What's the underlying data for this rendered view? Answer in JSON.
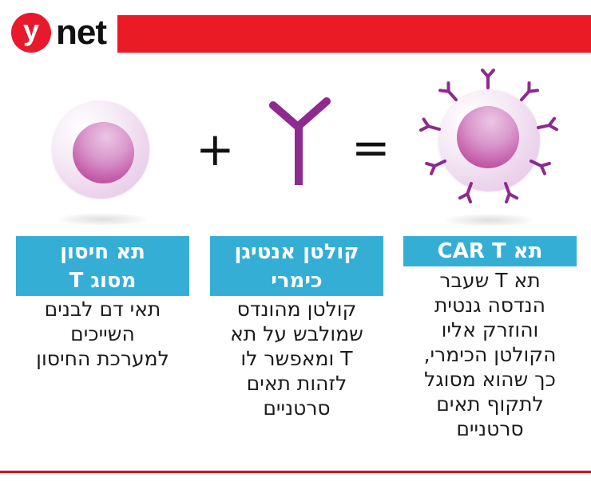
{
  "header": {
    "logo_mark": "y",
    "logo_text": "net",
    "bar_color": "#ea1b25"
  },
  "equation": {
    "plus_sign": "+",
    "equals_sign": "=",
    "cell_color": "#ecd3ec",
    "nucleus_color": "#c35aa7",
    "antibody_color": "#8e2a8f"
  },
  "columns": [
    {
      "title_lines": [
        "תא חיסון",
        "מסוג T"
      ],
      "desc_lines": [
        "תאי דם לבנים",
        "השייכים",
        "למערכת החיסון"
      ]
    },
    {
      "title_lines": [
        "קולטן אנטיגן",
        "כימרי"
      ],
      "desc_lines": [
        "קולטן מהונדס",
        "שמולבש על תא",
        "T ומאפשר לו",
        "לזהות תאים",
        "סרטניים"
      ]
    },
    {
      "title_lines": [
        "תא CAR T"
      ],
      "desc_lines": [
        "תא T שעבר",
        "הנדסה גנטית",
        "והוזרק אליו",
        "הקולטן הכימרי,",
        "כך שהוא מסוגל",
        "לתקוף תאים",
        "סרטניים"
      ]
    }
  ],
  "colors": {
    "label_bg": "#35aed6",
    "footer_line": "#d1141f"
  }
}
